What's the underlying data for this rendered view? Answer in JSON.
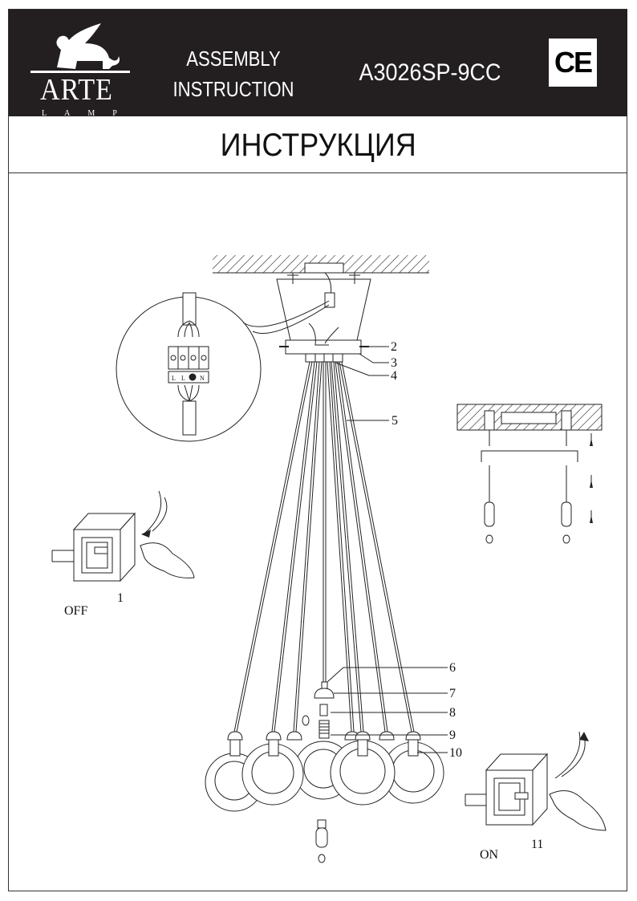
{
  "header": {
    "brand": "ARTE",
    "brand_sub": "LAMP",
    "doc_type_line1": "ASSEMBLY",
    "doc_type_line2": "INSTRUCTION",
    "model": "A3026SP-9CC",
    "certification_mark": "CE"
  },
  "title": "ИНСТРУКЦИЯ",
  "diagram": {
    "part_labels": [
      "1",
      "2",
      "3",
      "4",
      "5",
      "6",
      "7",
      "8",
      "9",
      "10",
      "11"
    ],
    "switch_off_label": "OFF",
    "switch_on_label": "ON",
    "terminal_labels": [
      "L",
      "L",
      "N"
    ]
  }
}
